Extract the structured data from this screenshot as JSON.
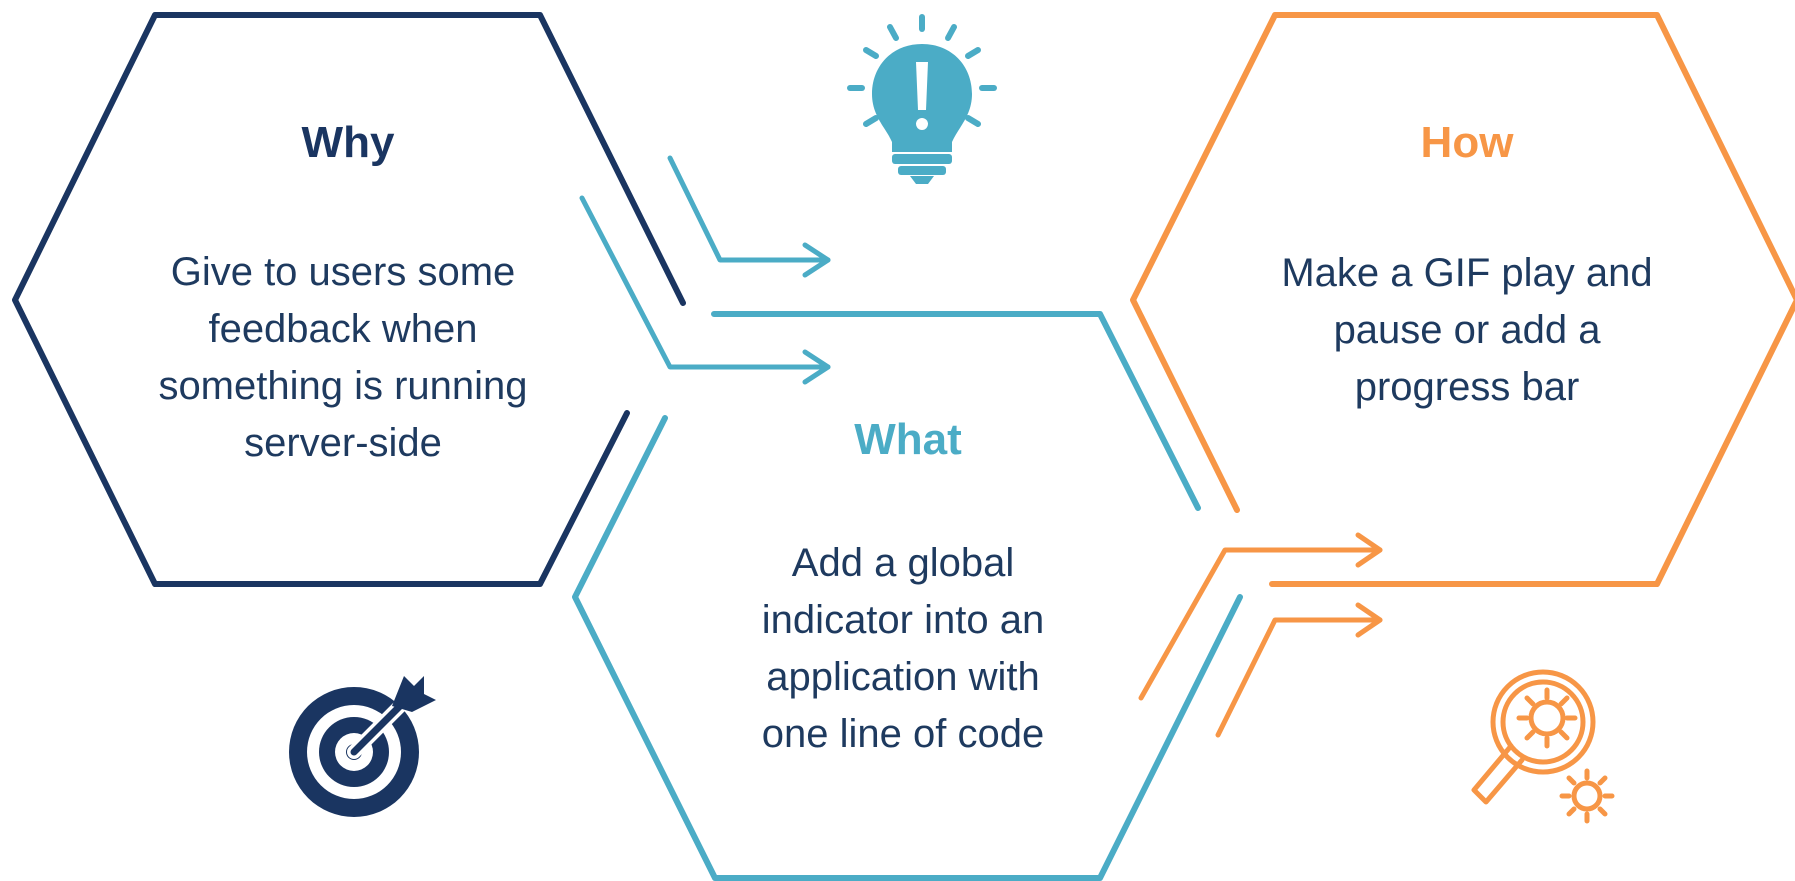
{
  "colors": {
    "why": "#1a3561",
    "what": "#4bacc6",
    "how": "#f79646",
    "body_text": "#1e3a5f"
  },
  "why": {
    "title": "Why",
    "body": "Give to users some feedback when something is running server-side",
    "icon": "target-icon"
  },
  "what": {
    "title": "What",
    "body": "Add a global indicator into an application with one line of code",
    "icon": "lightbulb-icon"
  },
  "how": {
    "title": "How",
    "body": "Make a GIF play and pause or add a progress bar",
    "icon": "magnifier-gears-icon"
  }
}
